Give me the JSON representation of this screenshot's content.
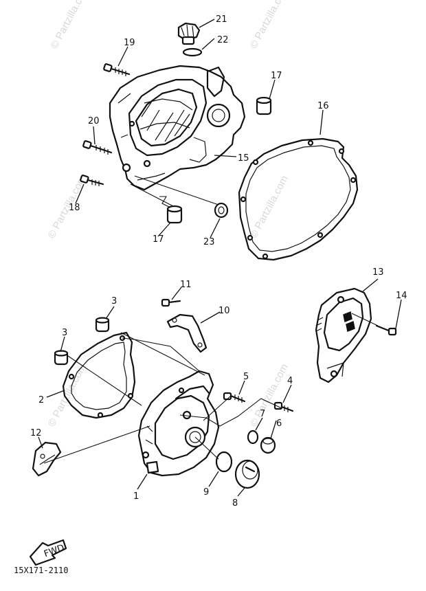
{
  "watermark": {
    "text": "© Partzilla.com"
  },
  "callouts": [
    "1",
    "2",
    "3",
    "3",
    "4",
    "5",
    "6",
    "7",
    "8",
    "9",
    "10",
    "11",
    "12",
    "13",
    "14",
    "15",
    "16",
    "17",
    "17",
    "18",
    "19",
    "20",
    "21",
    "22",
    "23"
  ],
  "direction_label": "FWD",
  "diagram_code": "15X171-2110"
}
